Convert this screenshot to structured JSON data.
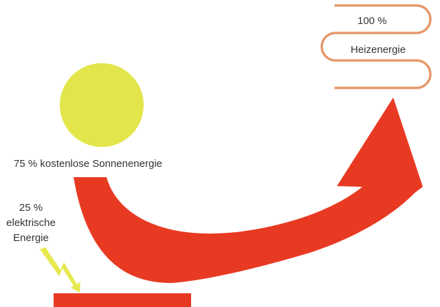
{
  "diagram": {
    "heating": {
      "percent": "100 %",
      "label": "Heizenergie"
    },
    "solar": {
      "label": "75 % kostenlose Sonnenenergie"
    },
    "electric": {
      "percent": "25 %",
      "line1": "elektrische",
      "line2": "Energie"
    }
  },
  "colors": {
    "sun": "#e3e64a",
    "arrow": "#e83a22",
    "lightning": "#e6e94e",
    "radiator": "#e6986a",
    "text": "#333333"
  }
}
